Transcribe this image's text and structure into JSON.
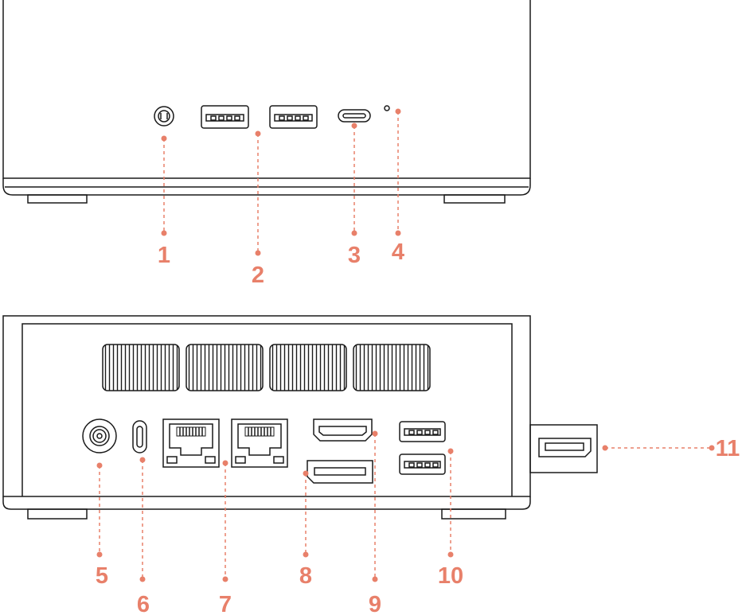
{
  "colors": {
    "outline": "#1a1a1a",
    "accent": "#e8806a",
    "background": "#ffffff"
  },
  "front_view": {
    "callouts": [
      {
        "number": "1",
        "target": "audio-jack-icon"
      },
      {
        "number": "2",
        "target": "usb-a-port-pair"
      },
      {
        "number": "3",
        "target": "usb-c-port-icon"
      },
      {
        "number": "4",
        "target": "power-led-indicator"
      }
    ]
  },
  "rear_view": {
    "callouts": [
      {
        "number": "5",
        "target": "dc-power-jack-icon"
      },
      {
        "number": "6",
        "target": "usb-c-port-icon"
      },
      {
        "number": "7",
        "target": "ethernet-port-pair"
      },
      {
        "number": "8",
        "target": "displayport-icon"
      },
      {
        "number": "9",
        "target": "hdmi-port-icon"
      },
      {
        "number": "10",
        "target": "usb-a-port-pair"
      },
      {
        "number": "11",
        "target": "side-displayport-icon"
      }
    ]
  }
}
